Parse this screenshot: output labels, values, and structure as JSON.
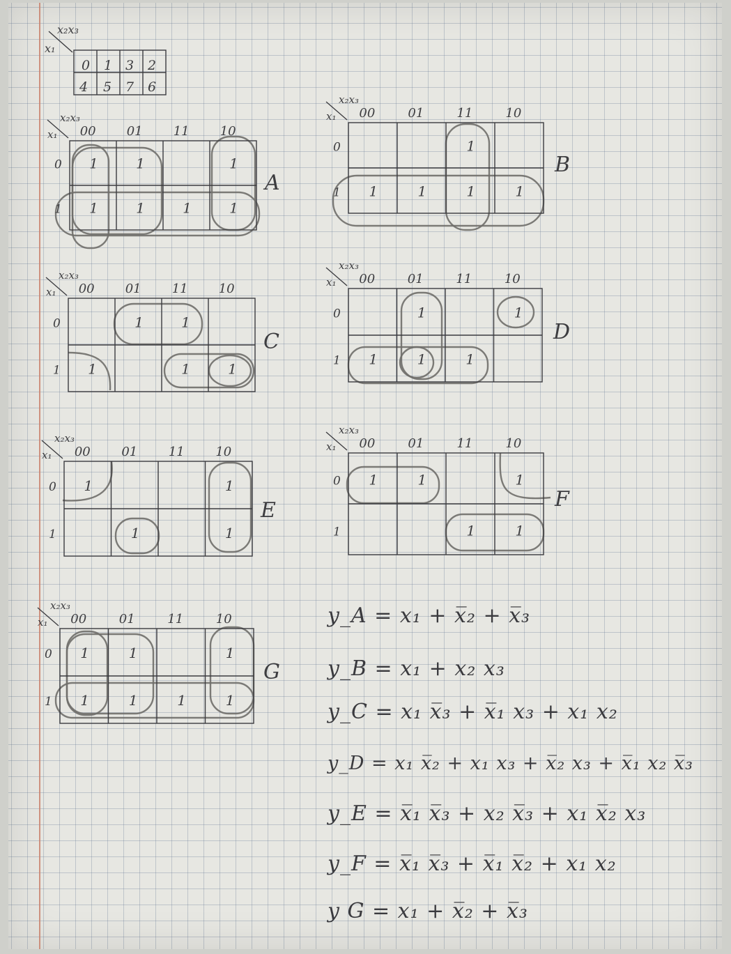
{
  "index_map": {
    "col_var": "x₂x₃",
    "row_var": "x₁",
    "rows": [
      [
        "0",
        "1",
        "3",
        "2"
      ],
      [
        "4",
        "5",
        "7",
        "6"
      ]
    ]
  },
  "maps": [
    {
      "id": "A",
      "col_var": "x₂x₃",
      "row_var": "x₁",
      "cols": [
        "00",
        "01",
        "11",
        "10"
      ],
      "rows": [
        "0",
        "1"
      ],
      "cells": [
        [
          "1",
          "1",
          "",
          "1"
        ],
        [
          "1",
          "1",
          "1",
          "1"
        ]
      ]
    },
    {
      "id": "B",
      "col_var": "x₂x₃",
      "row_var": "x₁",
      "cols": [
        "00",
        "01",
        "11",
        "10"
      ],
      "rows": [
        "0",
        "1"
      ],
      "cells": [
        [
          "",
          "",
          "1",
          ""
        ],
        [
          "1",
          "1",
          "1",
          "1"
        ]
      ]
    },
    {
      "id": "C",
      "col_var": "x₂x₃",
      "row_var": "x₁",
      "cols": [
        "00",
        "01",
        "11",
        "10"
      ],
      "rows": [
        "0",
        "1"
      ],
      "cells": [
        [
          "",
          "1",
          "1",
          ""
        ],
        [
          "1",
          "",
          "1",
          "1"
        ]
      ]
    },
    {
      "id": "D",
      "col_var": "x₂x₃",
      "row_var": "x₁",
      "cols": [
        "00",
        "01",
        "11",
        "10"
      ],
      "rows": [
        "0",
        "1"
      ],
      "cells": [
        [
          "",
          "1",
          "",
          "1"
        ],
        [
          "1",
          "1",
          "1",
          ""
        ]
      ]
    },
    {
      "id": "E",
      "col_var": "x₂x₃",
      "row_var": "x₁",
      "cols": [
        "00",
        "01",
        "11",
        "10"
      ],
      "rows": [
        "0",
        "1"
      ],
      "cells": [
        [
          "1",
          "",
          "",
          "1"
        ],
        [
          "",
          "1",
          "",
          "1"
        ]
      ]
    },
    {
      "id": "F",
      "col_var": "x₂x₃",
      "row_var": "x₁",
      "cols": [
        "00",
        "01",
        "11",
        "10"
      ],
      "rows": [
        "0",
        "1"
      ],
      "cells": [
        [
          "1",
          "1",
          "",
          "1"
        ],
        [
          "",
          "",
          "1",
          "1"
        ]
      ]
    },
    {
      "id": "G",
      "col_var": "x₂x₃",
      "row_var": "x₁",
      "cols": [
        "00",
        "01",
        "11",
        "10"
      ],
      "rows": [
        "0",
        "1"
      ],
      "cells": [
        [
          "1",
          "1",
          "",
          "1"
        ],
        [
          "1",
          "1",
          "1",
          "1"
        ]
      ]
    }
  ],
  "equations": [
    "y_A = x₁ + x̅₂ + x̅₃",
    "y_B = x₁ + x₂ x₃",
    "y_C = x₁ x̅₃ + x̅₁ x₃ + x₁ x₂",
    "y_D = x₁ x̅₂ + x₁ x₃ + x̅₂ x₃ + x̅₁ x₂ x̅₃",
    "y_E = x̅₁ x̅₃ + x₂ x̅₃ + x₁ x̅₂ x₃",
    "y_F = x̅₁ x̅₃ + x̅₁ x̅₂ + x₁ x₂",
    "y G = x₁ + x̅₂ + x̅₃"
  ]
}
